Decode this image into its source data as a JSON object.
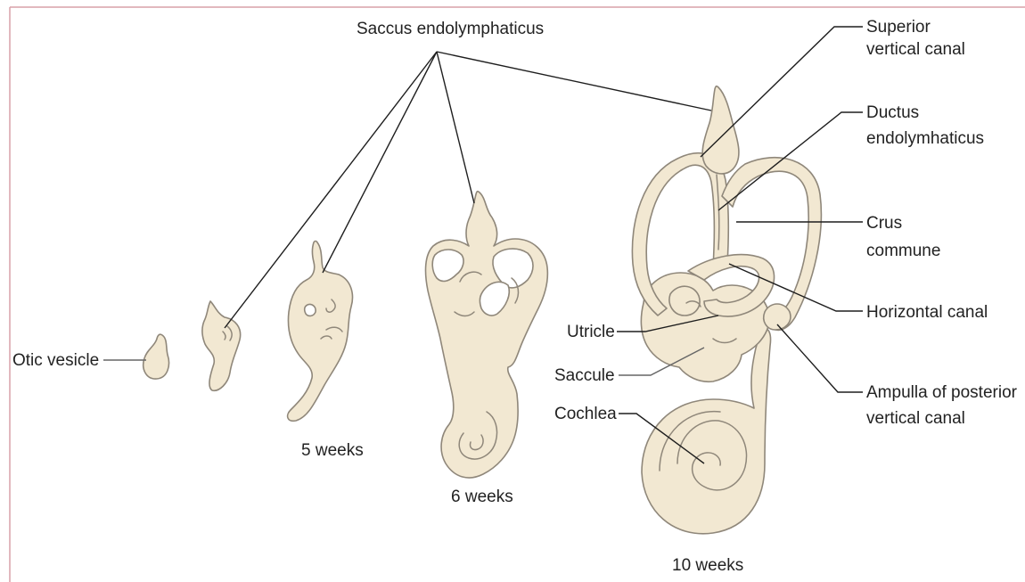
{
  "colors": {
    "structure_fill": "#f2e8d2",
    "structure_outline": "#8f877a",
    "frame_border": "#d9a0a8",
    "leader_line": "#1e1e1e"
  },
  "labels": {
    "saccus_endolymphaticus": "Saccus endolymphaticus",
    "otic_vesicle": "Otic vesicle",
    "superior_vertical_canal": [
      "Superior",
      "vertical canal"
    ],
    "ductus_endolymphaticus": [
      "Ductus",
      "endolymhaticus"
    ],
    "crus_commune": [
      "Crus",
      "commune"
    ],
    "horizontal_canal": "Horizontal canal",
    "utricle": "Utricle",
    "saccule": "Saccule",
    "cochlea": "Cochlea",
    "ampulla_posterior": [
      "Ampulla of posterior",
      "vertical canal"
    ]
  },
  "stages": {
    "five_weeks": "5 weeks",
    "six_weeks": "6 weeks",
    "ten_weeks": "10 weeks"
  }
}
